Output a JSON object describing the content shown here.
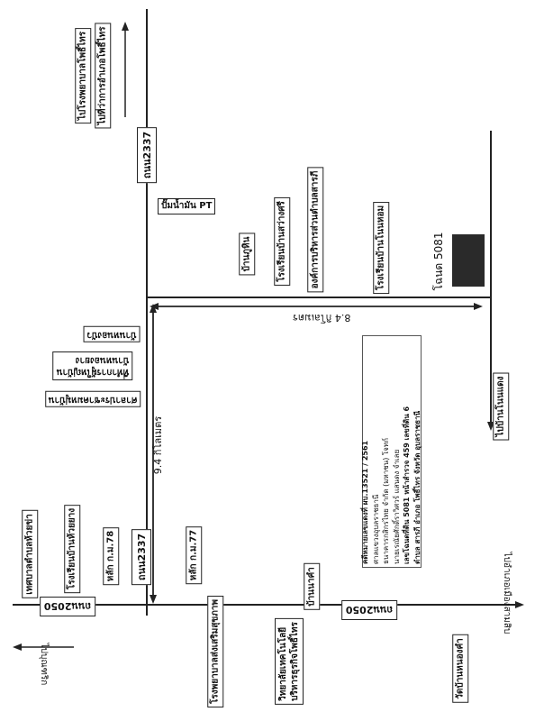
{
  "roads": {
    "top_vertical": "ถนน2337",
    "mid_vertical": "ถนน2337",
    "left_horizontal": "ถนน2050",
    "bottom_horizontal": "ถนน2050"
  },
  "distances": {
    "horizontal_segment": "8.4 กิโลเมตร",
    "vertical_segment": "9.4 กิโลเมตร"
  },
  "top_labels": {
    "hospital": "ไปโรงพยาบาลโพธิ์ไทร",
    "district_office": "ไปที่ว่าการอำเภอโพธิ์ไทร"
  },
  "places": {
    "gas_station": "ปั๊มน้ำมัน PT",
    "ban_phu_hin": "บ้านภูหิน",
    "school_ban_sawang": "โรงเรียนบ้านสว่างศรี",
    "sao_office": "องค์การบริหารส่วนตำบลสารภี",
    "school_ban_non_hom": "โรงเรียนบ้านโนนหอม",
    "plot": "โฉนด 5081",
    "to_ban_phao": "ไปบ้านโนนแดง",
    "ban_nongbua": "บ้านหนองบัว",
    "village_office_a": "ที่ทำการผู้ใหญ่บ้าน",
    "village_office_b": "บ้านหนองยาง",
    "village_head_home": "ศาลาประชาคมหมู่บ้าน",
    "tambon_office": "เทศบาลตำบลห้วยข่า",
    "school_ban_huai_yang": "โรงเรียนบ้านห้วยยาง",
    "km78": "หลัก ก.ม.78",
    "km77": "หลัก ก.ม.77",
    "ban_nakham": "บ้านนาคำ",
    "to_muang_sam_sip": "ไปอำเภอเมืองสามสิบ",
    "to_buntharik": "ไปบุณฑริก",
    "school_bottom": "โรงพยาบาลส่งเสริมสุขภาพ",
    "college_line1": "วิทยาลัยเทคโนโลยี",
    "college_line2": "บริหารธุรกิจโพธิ์ไทร",
    "wat": "วัดบ้านหนองคำ"
  },
  "info": {
    "line1": "คดีหมายเลขแดงที่ ผบ.13521 / 2561",
    "line2": "ศาลแขวงอุบลราชธานี",
    "line3": "ธนาคารกสิกรไทย จำกัด (มหาชน)                    โจทก์",
    "line4": "นายเรณัยศักดิ์ราวิศวร์  แสนดง                          จำเลย",
    "line5": "เลขโฉนดที่ดิน  5081  หน้าสำรวจ 459  เลขที่ดิน  6",
    "line6": "ตำบล สารภี  อำเภอ  โพธิ์ไทร  จังหวัด  อุบลราชธานี"
  }
}
